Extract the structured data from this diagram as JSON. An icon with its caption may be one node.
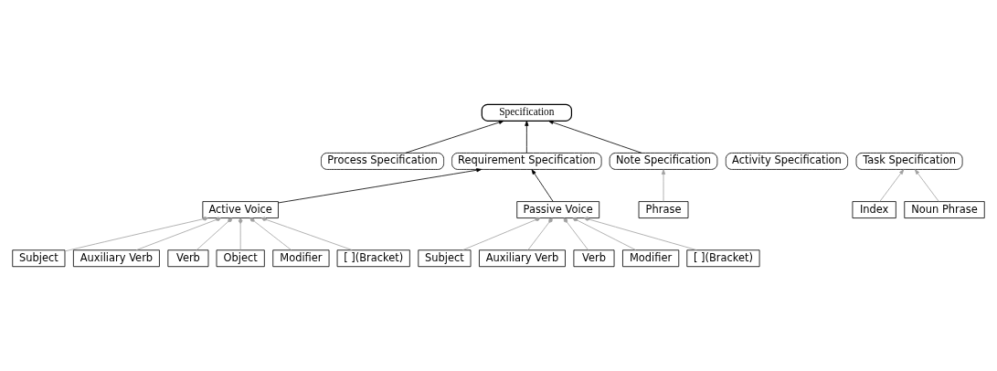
{
  "diagram": {
    "nodes": [
      {
        "text": [
          "Specification"
        ]
      },
      {
        "text": [
          "Process Specification"
        ]
      },
      {
        "text": [
          "Activity Specification"
        ]
      },
      {
        "text": [
          "Task Specification"
        ]
      },
      {
        "text": [
          "Requirement Specification"
        ]
      },
      {
        "text": [
          "Note Specification"
        ]
      },
      {
        "text": [
          "Index"
        ]
      },
      {
        "text": [
          "Noun Phrase"
        ]
      },
      {
        "text": [
          "Active Voice"
        ]
      },
      {
        "text": [
          "Passive Voice"
        ]
      },
      {
        "text": [
          "Phrase"
        ]
      },
      {
        "text": [
          "Subject"
        ]
      },
      {
        "text": [
          "Auxiliary Verb"
        ]
      },
      {
        "text": [
          "Verb"
        ]
      },
      {
        "text": [
          "Object"
        ]
      },
      {
        "text": [
          "Modifier"
        ]
      },
      {
        "text": [
          "[ ](Bracket)"
        ]
      },
      {
        "text": [
          "Subject"
        ]
      },
      {
        "text": [
          "Auxiliary Verb"
        ]
      },
      {
        "text": [
          "Verb"
        ]
      },
      {
        "text": [
          "Modifier"
        ]
      },
      {
        "text": [
          "[ ](Bracket)"
        ]
      }
    ],
    "edges": [
      {
        "from": 1,
        "to": 0,
        "arrow": "to",
        "color": "#000000"
      },
      {
        "from": 4,
        "to": 0,
        "arrow": "to",
        "color": "#000000"
      },
      {
        "from": 5,
        "to": 0,
        "arrow": "to",
        "color": "#000000"
      },
      {
        "from": 6,
        "to": 3,
        "arrow": "to"
      },
      {
        "from": 7,
        "to": 3,
        "arrow": "to"
      },
      {
        "from": 8,
        "to": 4,
        "arrow": "to",
        "color": "#000000"
      },
      {
        "from": 9,
        "to": 4,
        "arrow": "to",
        "color": "#000000"
      },
      {
        "from": 10,
        "to": 5,
        "arrow": "to"
      },
      {
        "from": 11,
        "to": 8,
        "arrow": "other"
      },
      {
        "from": 12,
        "to": 8,
        "arrow": "other"
      },
      {
        "from": 13,
        "to": 8,
        "arrow": "other"
      },
      {
        "from": 14,
        "to": 8,
        "arrow": "other"
      },
      {
        "from": 15,
        "to": 8,
        "arrow": "other"
      },
      {
        "from": 16,
        "to": 8,
        "arrow": "other"
      },
      {
        "from": 17,
        "to": 9,
        "arrow": "other"
      },
      {
        "from": 18,
        "to": 9,
        "arrow": "other"
      },
      {
        "from": 19,
        "to": 9,
        "arrow": "other"
      },
      {
        "from": 20,
        "to": 9,
        "arrow": "other"
      },
      {
        "from": 21,
        "to": 9,
        "arrow": "other"
      }
    ]
  }
}
